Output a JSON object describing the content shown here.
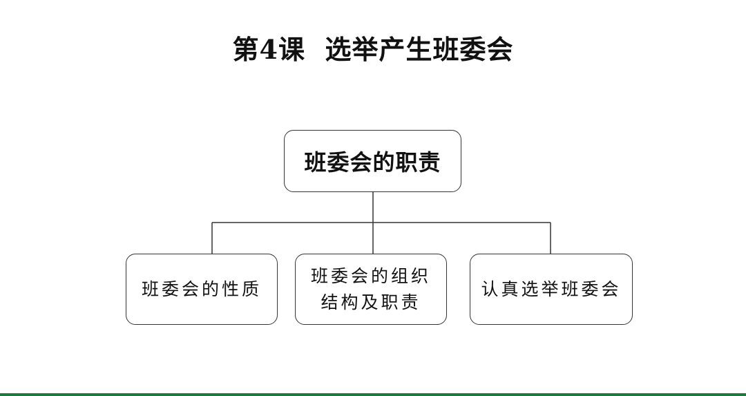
{
  "title": "第4课  选举产生班委会",
  "diagram": {
    "root": "班委会的职责",
    "children": [
      "班委会的性质",
      "班委会的组织\n结构及职责",
      "认真选举班委会"
    ]
  },
  "colors": {
    "bottom_bar": "#1b7a3d",
    "line": "#333333"
  }
}
